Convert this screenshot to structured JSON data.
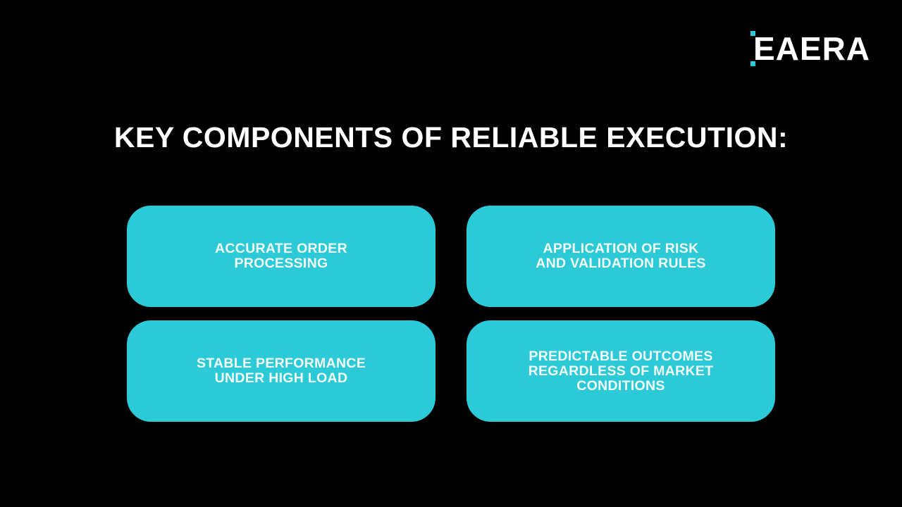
{
  "brand": {
    "logo_text": "EAERA",
    "accent_color": "#2ccad6"
  },
  "slide": {
    "title": "KEY COMPONENTS OF RELIABLE EXECUTION:",
    "cards": [
      {
        "label": "ACCURATE ORDER\nPROCESSING"
      },
      {
        "label": "APPLICATION OF RISK\nAND VALIDATION RULES"
      },
      {
        "label": "STABLE PERFORMANCE\nUNDER HIGH LOAD"
      },
      {
        "label": "PREDICTABLE OUTCOMES\nREGARDLESS OF MARKET\nCONDITIONS"
      }
    ]
  },
  "colors": {
    "background": "#000000",
    "card": "#2ccad6",
    "text": "#ffffff"
  }
}
